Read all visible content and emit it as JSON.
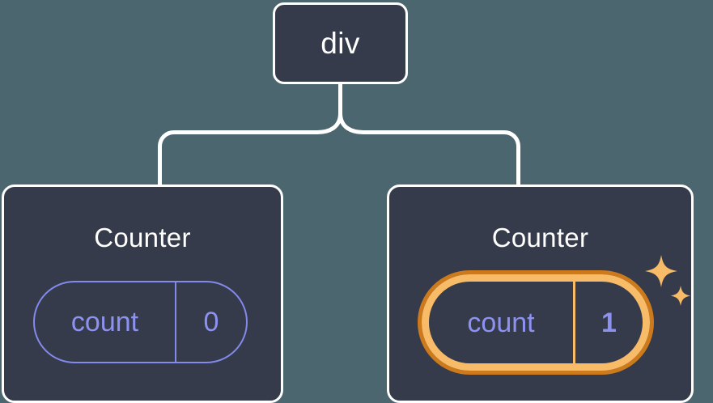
{
  "diagram": {
    "type": "component-tree",
    "background_color": "#4C6670",
    "node_fill_color": "#353B4A",
    "node_border_color": "#FFFFFF",
    "connector_color": "#FFFFFF",
    "accent_color": "#8D92F0",
    "highlight_color": "#F8BC68",
    "highlight_outer_color": "#CC7A1B",
    "root": {
      "tag": "div"
    },
    "children": [
      {
        "title": "Counter",
        "state": {
          "key": "count",
          "value": "0"
        },
        "highlighted": false,
        "sparkles": false
      },
      {
        "title": "Counter",
        "state": {
          "key": "count",
          "value": "1"
        },
        "highlighted": true,
        "sparkles": true
      }
    ]
  }
}
